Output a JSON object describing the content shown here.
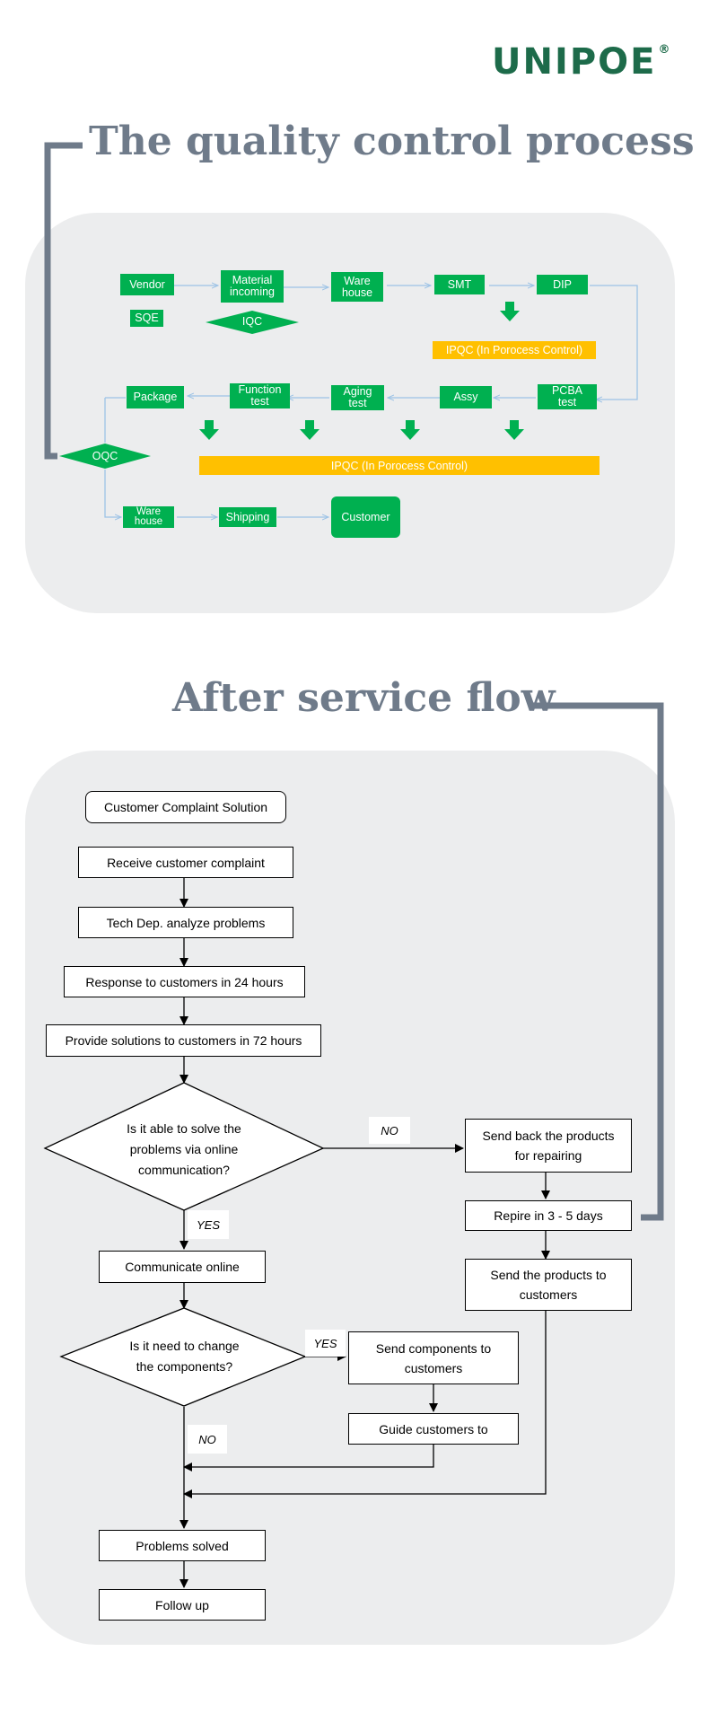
{
  "logo": {
    "text": "UNIPOE",
    "mark": "®"
  },
  "qc": {
    "title": "The quality control process",
    "vendor": "Vendor",
    "sqe": "SQE",
    "material": "Material\nincoming",
    "iqc": "IQC",
    "warehouse1": "Ware\nhouse",
    "smt": "SMT",
    "dip": "DIP",
    "ipqc_small": "IPQC (In Porocess Control)",
    "pcba": "PCBA\ntest",
    "assy": "Assy",
    "aging": "Aging\ntest",
    "function": "Function\ntest",
    "package": "Package",
    "oqc": "OQC",
    "ipqc_big": "IPQC (In Porocess Control)",
    "warehouse2": "Ware\nhouse",
    "shipping": "Shipping",
    "customer": "Customer"
  },
  "after": {
    "title": "After service flow",
    "complaint_solution": "Customer Complaint Solution",
    "receive": "Receive customer complaint",
    "analyze": "Tech Dep. analyze problems",
    "respond": "Response to customers in 24 hours",
    "provide": "Provide solutions to customers in 72 hours",
    "decision1": "Is it able to solve the\nproblems via online\ncommunication?",
    "no1": "NO",
    "yes1": "YES",
    "send_back": "Send back the products\nfor repairing",
    "repair": "Repire in 3 - 5 days",
    "send_products": "Send the products to\ncustomers",
    "communicate": "Communicate online",
    "decision2": "Is it need to change\nthe components?",
    "yes2": "YES",
    "no2": "NO",
    "send_components": "Send components to\ncustomers",
    "guide": "Guide customers to",
    "solved": "Problems solved",
    "follow": "Follow up"
  },
  "colors": {
    "green": "#00b050",
    "yellow": "#ffc000",
    "slate": "#6f7b8a",
    "panel": "#ecedee",
    "link": "#9dc3e6"
  }
}
